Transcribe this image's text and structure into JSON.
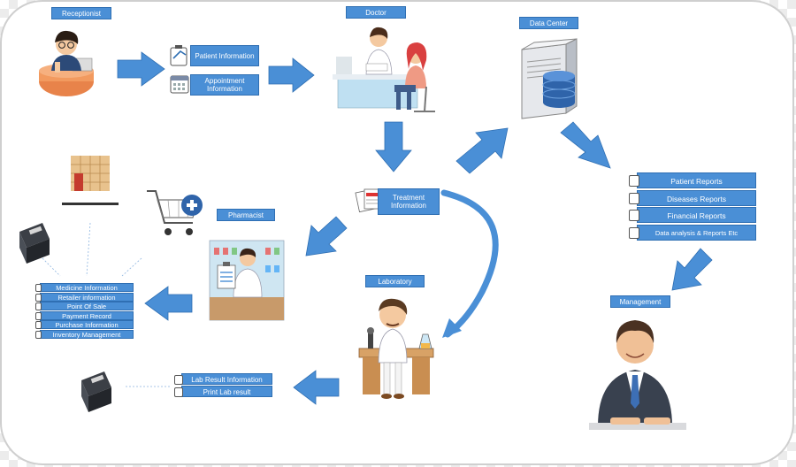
{
  "roles": {
    "receptionist": "Receptionist",
    "doctor": "Doctor",
    "data_center": "Data Center",
    "pharmacist": "Pharmacist",
    "laboratory": "Laboratory",
    "management": "Management"
  },
  "reception_outputs": [
    "Patient Information",
    "Appointment Information"
  ],
  "treatment": "Treatment Information",
  "reports": [
    "Patient Reports",
    "Diseases Reports",
    "Financial Reports",
    "Data analysis & Reports Etc"
  ],
  "pharmacy_items": [
    "Medicine Information",
    "Retailer information",
    "Point Of Sale",
    "Payment Record",
    "Purchase Information",
    "Inventory Management"
  ],
  "lab_items": [
    "Lab Result Information",
    "Print Lab result"
  ],
  "colors": {
    "label_fill": "#4a8fd6",
    "arrow_fill": "#4a8fd6",
    "label_border": "#2f6fb3"
  }
}
